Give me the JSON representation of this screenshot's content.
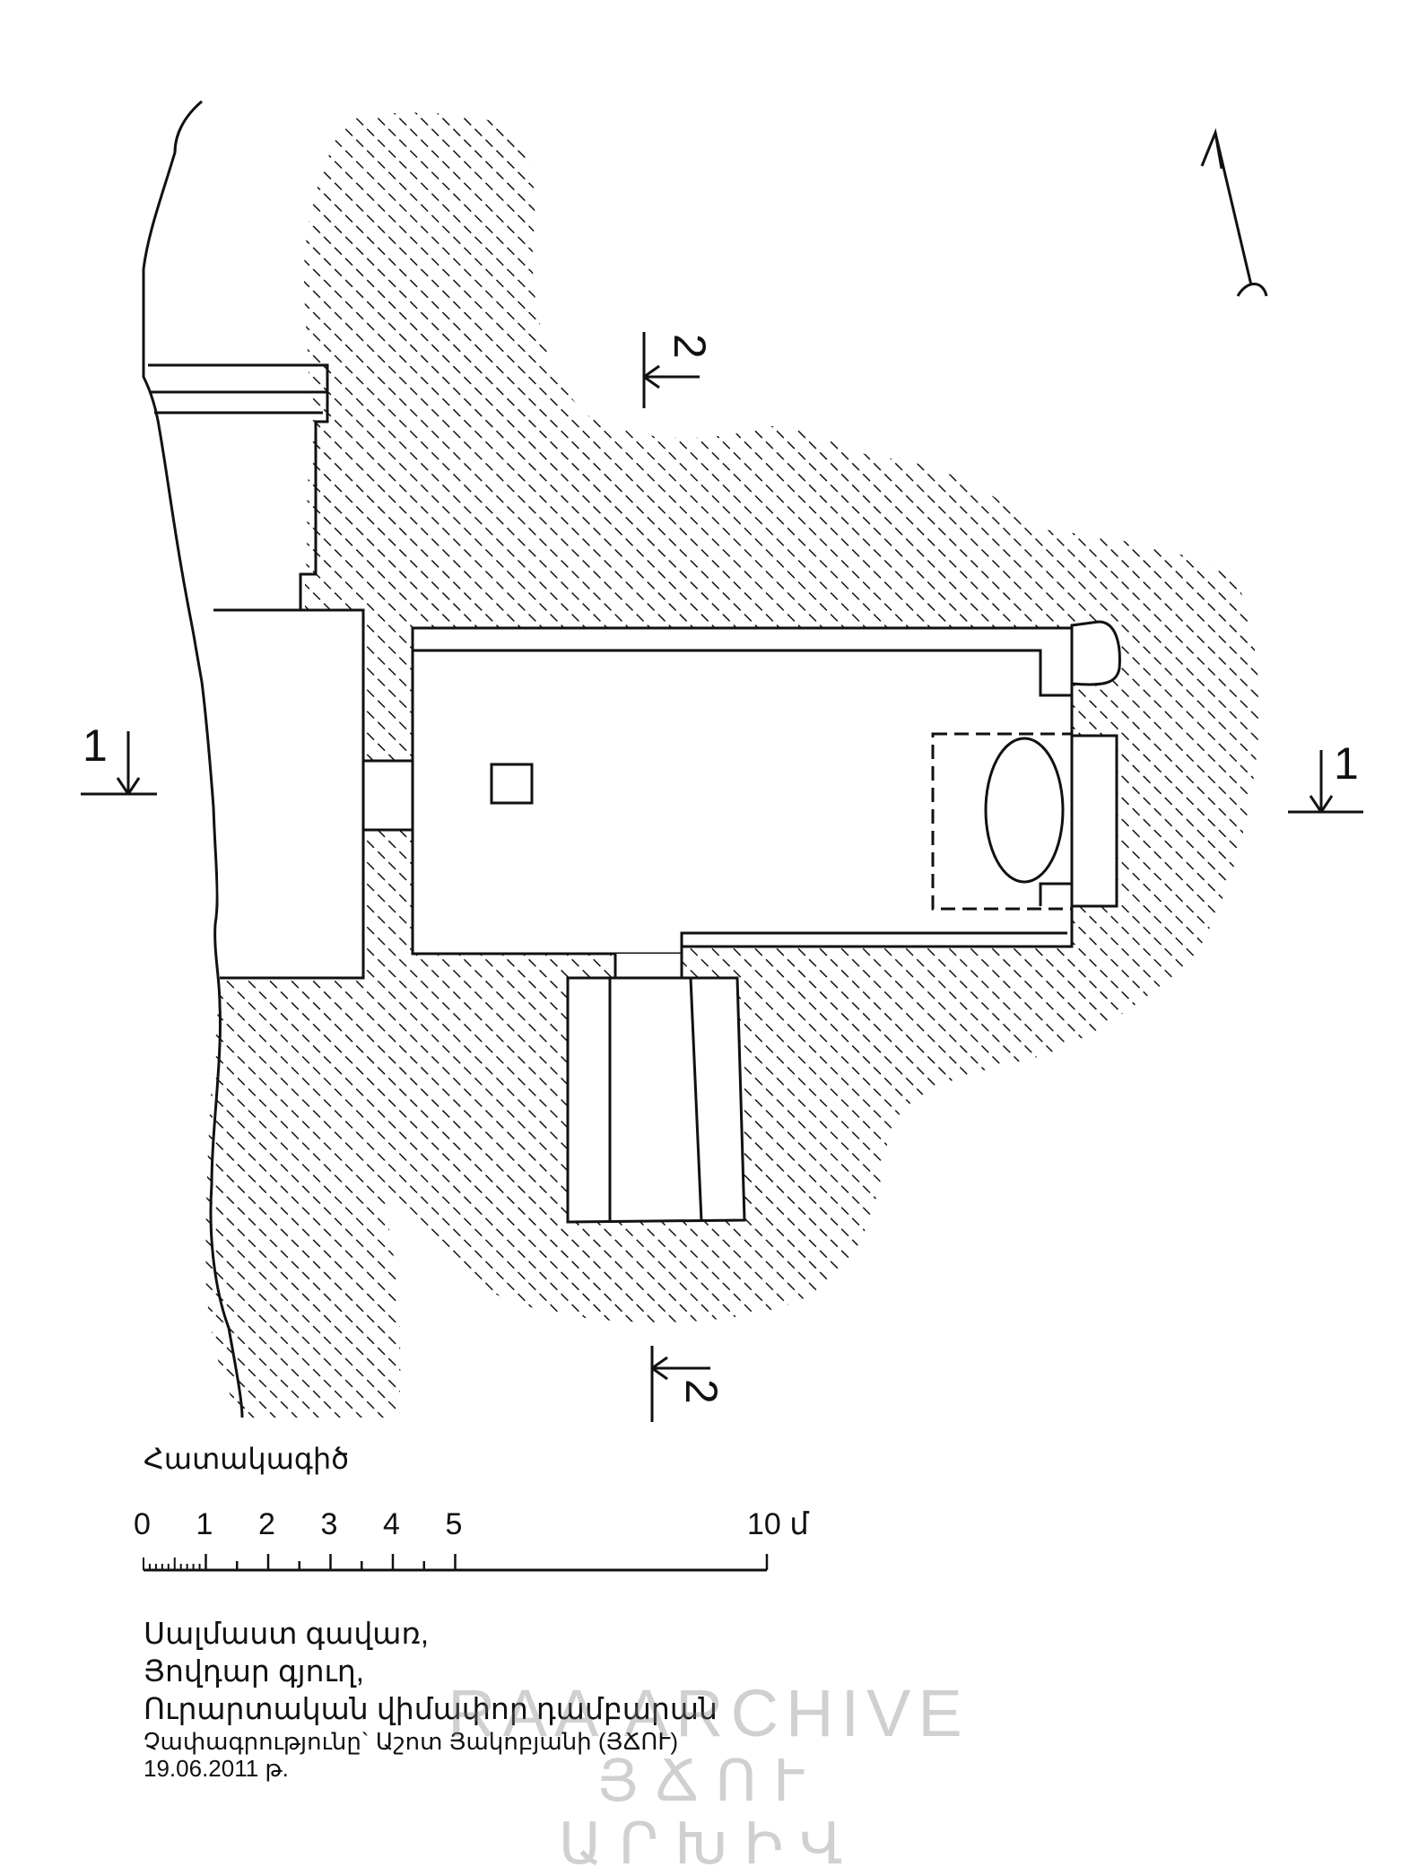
{
  "plan": {
    "section_marks": [
      {
        "id": "1-left",
        "label": "1"
      },
      {
        "id": "1-right",
        "label": "1"
      },
      {
        "id": "2-top",
        "label": "2"
      },
      {
        "id": "2-bottom",
        "label": "2"
      }
    ],
    "north_arrow_icon": "north-arrow-icon",
    "hatch_color": "#111111"
  },
  "drawing_title": "Հատակագիծ",
  "scale_bar": {
    "tick_labels": [
      "0",
      "1",
      "2",
      "3",
      "4",
      "5",
      "10 մ"
    ],
    "max_value": 10,
    "unit": "մ"
  },
  "caption": {
    "line1": "Սալմաստ գավառ,",
    "line2": "Յովդար գյուղ,",
    "line3": "Ուրարտական վիմափոր դամբարան",
    "credit": "Չափագրությունը`   Աշոտ Յակոբյանի (ՅՃՈՒ)",
    "date": "19.06.2011 թ."
  },
  "watermark": {
    "line1": "RAA ARCHIVE",
    "line2": "ՅՃՈՒ ԱՐԽԻՎ"
  }
}
